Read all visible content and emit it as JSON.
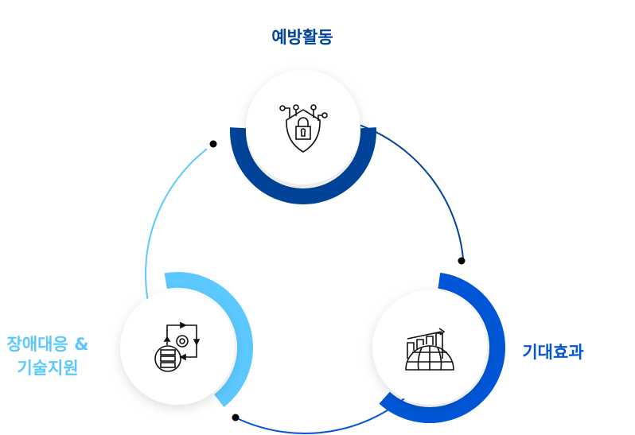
{
  "nodes": [
    {
      "label": "예방활동",
      "icon": "shield-lock-icon",
      "color": "#00449a"
    },
    {
      "label": "기대효과",
      "icon": "globe-growth-chart-icon",
      "color": "#0056d6"
    },
    {
      "label_line1": "장애대응 &",
      "label_line2": "기술지원",
      "icon": "server-gear-cycle-icon",
      "color": "#5bc8ff"
    }
  ]
}
